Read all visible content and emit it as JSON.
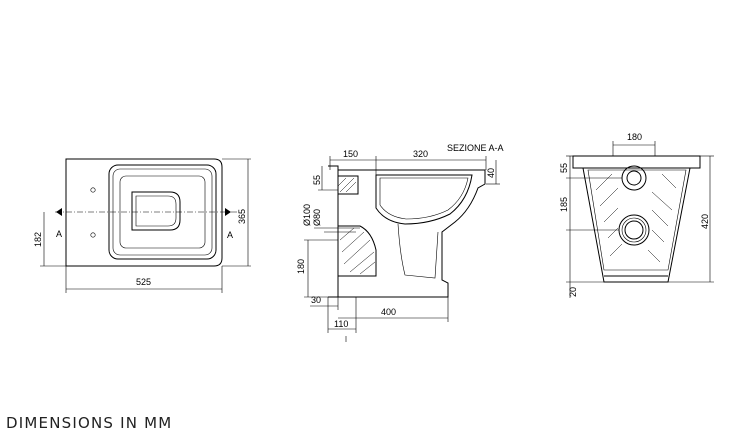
{
  "caption": "DIMENSIONS IN MM",
  "top_view": {
    "width_label": "525",
    "depth_label": "365",
    "axis_label": "182",
    "section_left": "A",
    "section_right": "A"
  },
  "side_view": {
    "section_title": "SEZIONE A-A",
    "dim_150": "150",
    "dim_320": "320",
    "dim_55": "55",
    "dim_40": "40",
    "dim_d100": "Ø100",
    "dim_d80": "Ø80",
    "dim_180": "180",
    "dim_30": "30",
    "dim_400": "400",
    "dim_110": "110"
  },
  "front_view": {
    "dim_180": "180",
    "dim_55": "55",
    "dim_185": "185",
    "dim_420": "420",
    "dim_20": "20"
  }
}
